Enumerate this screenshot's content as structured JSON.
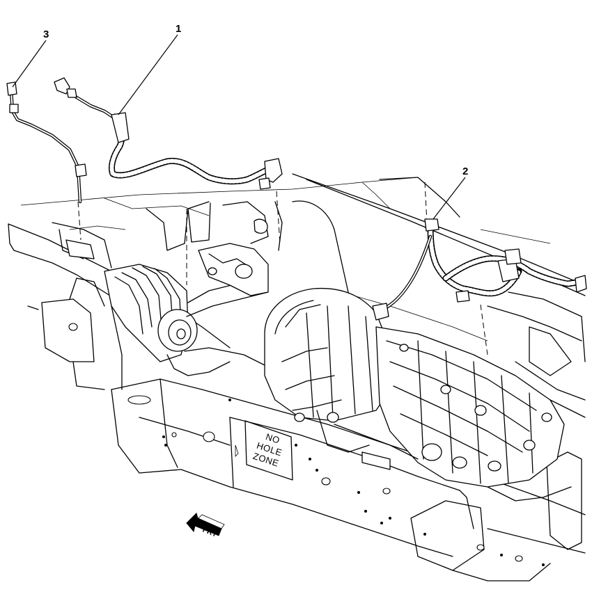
{
  "callouts": [
    {
      "number": "1"
    },
    {
      "number": "2"
    },
    {
      "number": "3"
    }
  ],
  "frame_label": {
    "line1": "NO",
    "line2": "HOLE",
    "line3": "ZONE"
  },
  "direction_indicator": {
    "text": "FRT",
    "icon": "forward-arrow-icon"
  }
}
